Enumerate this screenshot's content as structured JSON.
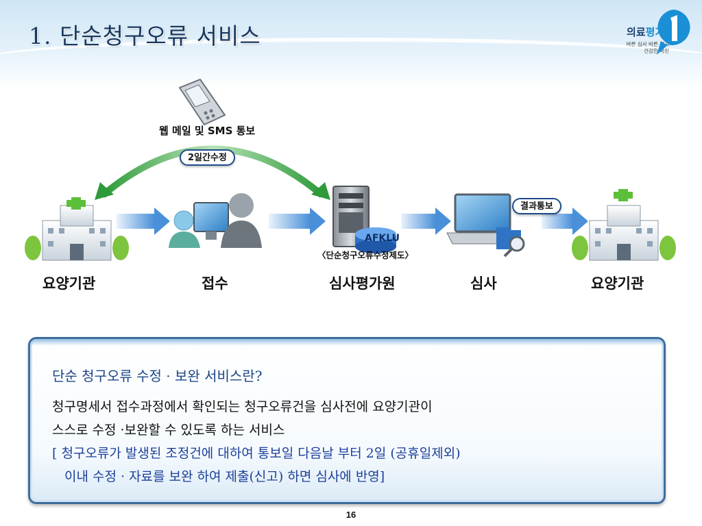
{
  "slide": {
    "title": "1. 단순청구오류 서비스",
    "page_number": "16"
  },
  "logo": {
    "name_part1": "의료",
    "name_part2": "평가",
    "tagline_line1": "바른 심사 바른 평가",
    "tagline_line2": "건강한 국민",
    "brand_color": "#1a8fd6"
  },
  "diagram": {
    "notice_label": "웹 메일 및 SMS 통보",
    "correction_badge": "2일간수정",
    "result_badge": "결과통보",
    "system_name": "AFKLU",
    "system_sub": "〈단순청구오류수정제도〉",
    "steps": [
      {
        "label": "요양기관",
        "icon": "hospital-icon"
      },
      {
        "label": "접수",
        "icon": "staff-computer-icon"
      },
      {
        "label": "심사평가원",
        "icon": "server-icon"
      },
      {
        "label": "심사",
        "icon": "laptop-icon"
      },
      {
        "label": "요양기관",
        "icon": "hospital-icon"
      }
    ],
    "colors": {
      "arrow_blue": "#4a90d9",
      "arc_green": "#2e9a3a",
      "cross_green": "#5cbf3a"
    }
  },
  "info": {
    "heading": "단순 청구오류 수정 · 보완 서비스란?",
    "line1": "청구명세서 접수과정에서 확인되는 청구오류건을 심사전에 요양기관이",
    "line2": "스스로 수정 ·보완할 수 있도록 하는 서비스",
    "line3": "[ 청구오류가 발생된 조정건에 대하여 통보일 다음날 부터 2일 (공휴일제외)",
    "line4": "이내 수정 · 자료를 보완 하여  제출(신고) 하면  심사에 반영]"
  }
}
